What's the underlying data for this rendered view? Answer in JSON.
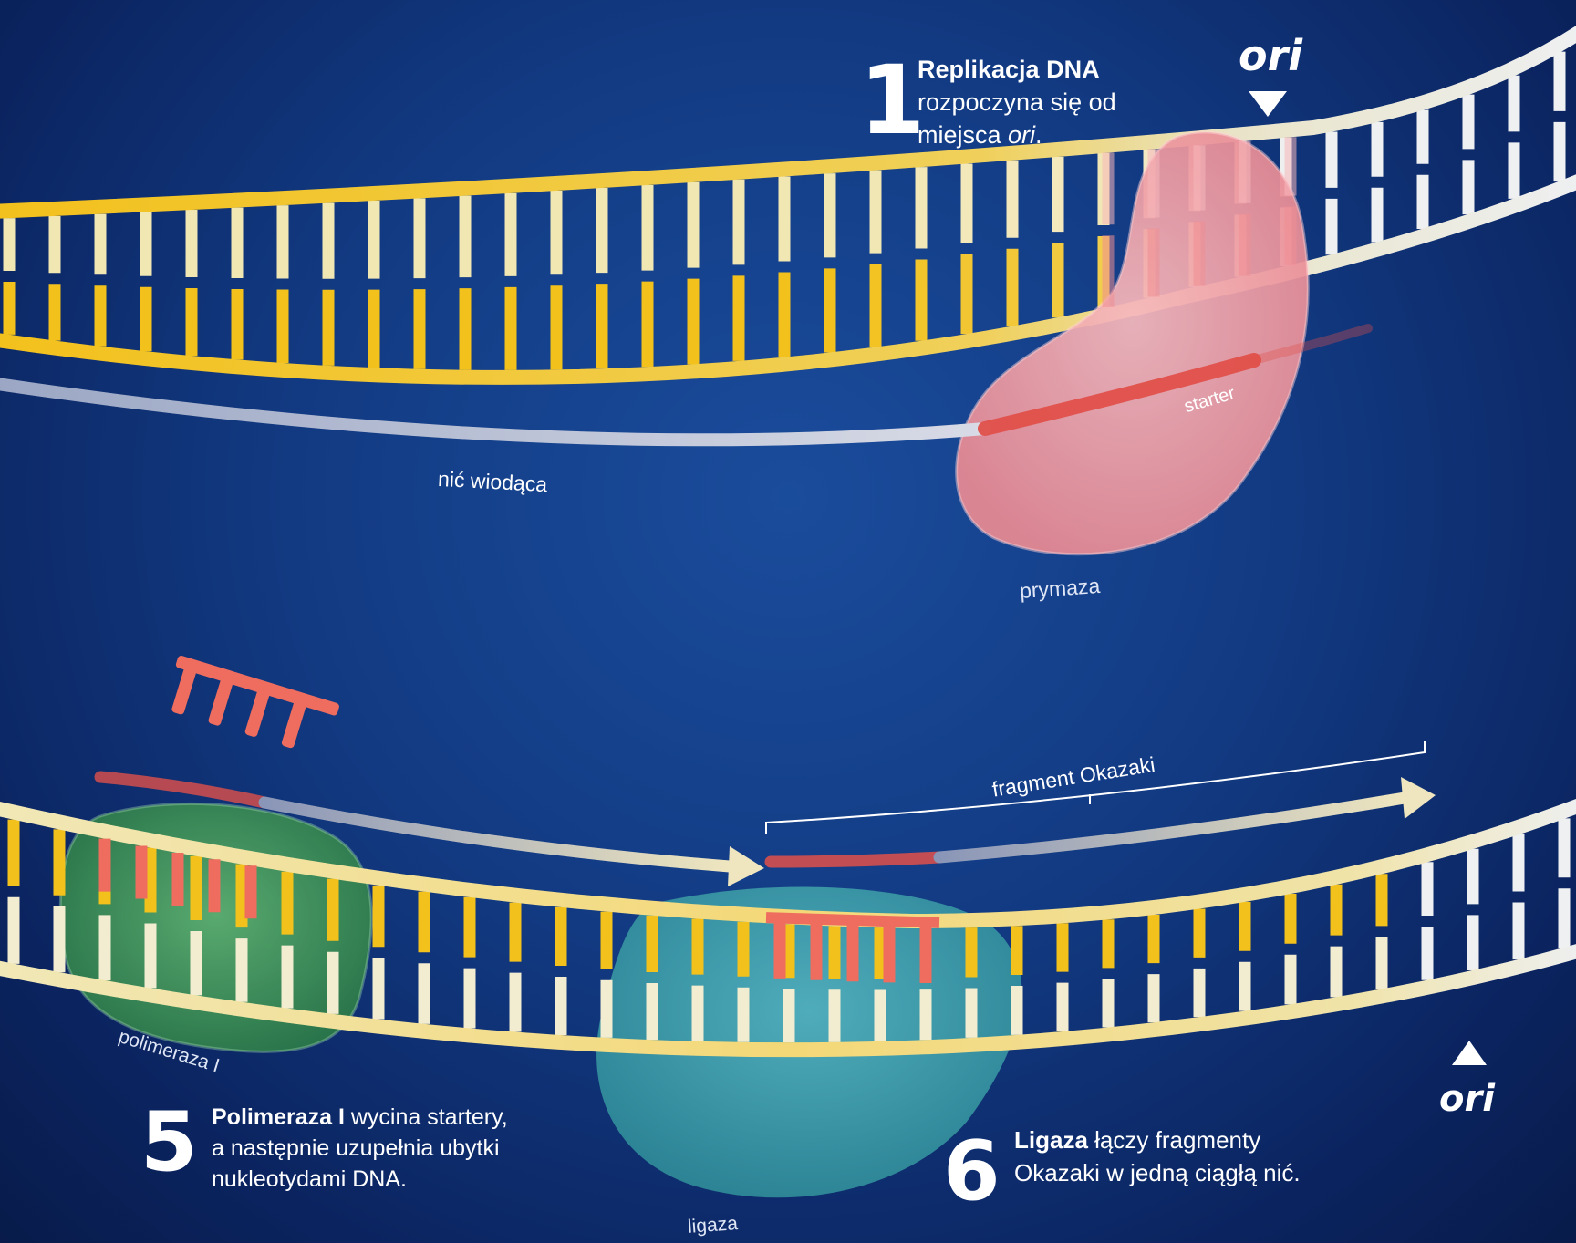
{
  "step1": {
    "number": "1",
    "bold": "Replikacja DNA",
    "line2": "rozpoczyna się od",
    "line3_prefix": "miejsca ",
    "line3_italic": "ori",
    "line3_suffix": "."
  },
  "step5": {
    "number": "5",
    "bold": "Polimeraza I",
    "line1_rest": " wycina startery,",
    "line2": "a następnie uzupełnia ubytki",
    "line3": "nukleotydami DNA."
  },
  "step6": {
    "number": "6",
    "bold": "Ligaza",
    "line1_rest": " łączy fragmenty",
    "line2": "Okazaki w jedną ciągłą nić."
  },
  "labels": {
    "ori_top": "ori",
    "ori_bottom": "ori",
    "starter": "starter",
    "nic_wiodaca": "nić wiodąca",
    "prymaza": "prymaza",
    "fragment_okazaki": "fragment Okazaki",
    "polimeraza": "polimeraza I",
    "ligaza": "ligaza"
  },
  "colors": {
    "background": "#123a82",
    "strand_yellow": "#f3c11c",
    "strand_white": "#eef0f2",
    "primase": "#f2a3a8",
    "starter_red": "#e0504a",
    "polymerase": "#3f9a57",
    "ligase": "#3aa3ad",
    "leading_strand": "#c9cfe0"
  },
  "icons": [
    "ori-marker-down-icon",
    "ori-marker-up-icon",
    "arrow-icon"
  ]
}
